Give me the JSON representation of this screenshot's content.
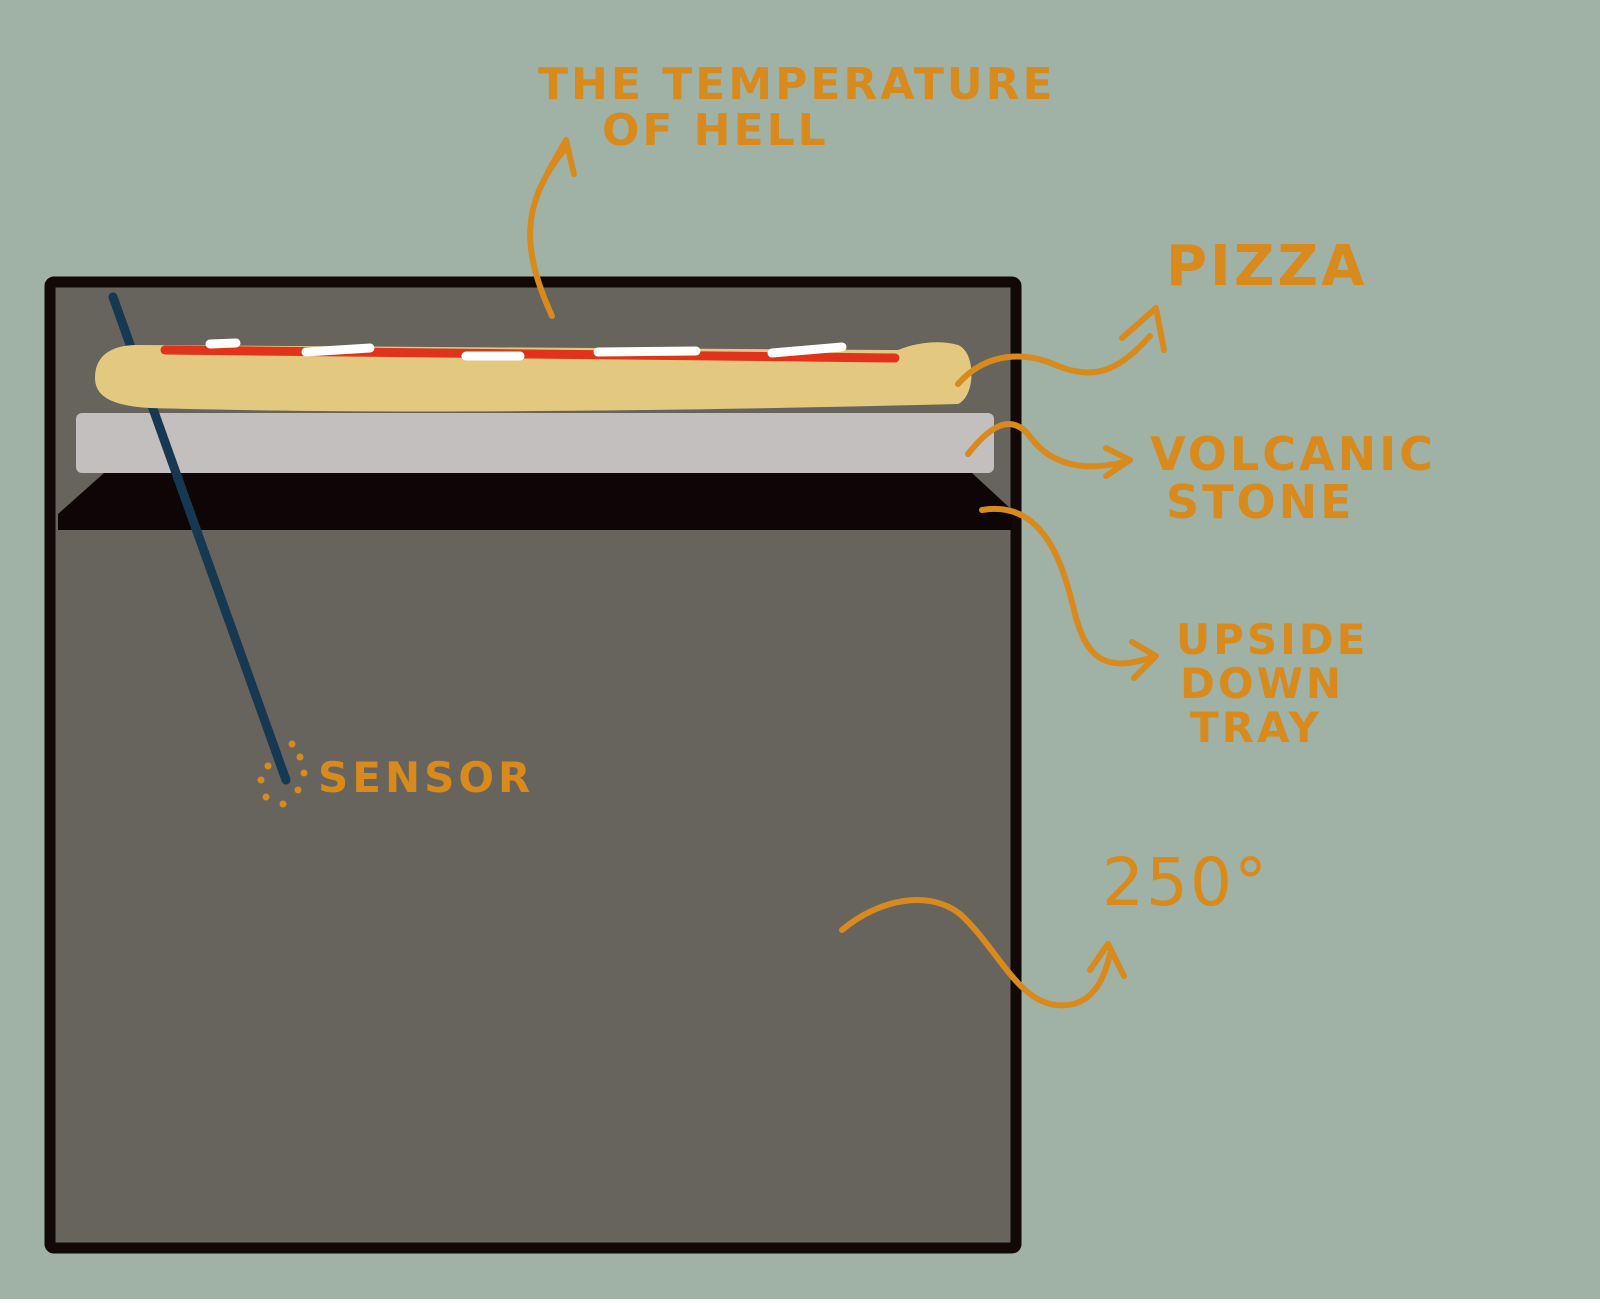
{
  "colors": {
    "background": "#a0b2a6",
    "oven_interior": "#67635d",
    "oven_outline": "#120808",
    "tray": "#0e0606",
    "stone": "#c2bfbe",
    "dough": "#e3c880",
    "sauce": "#e0331a",
    "cheese": "#ffffff",
    "sensor_probe": "#173851",
    "annotation": "#d88a1c"
  },
  "labels": {
    "hell_line1": "The temperature",
    "hell_line2": "of hell",
    "pizza": "Pizza",
    "stone_line1": "Volcanic",
    "stone_line2": "Stone",
    "tray_line1": "Upside",
    "tray_line2": "Down",
    "tray_line3": "Tray",
    "sensor": "Sensor",
    "temperature": "250°"
  }
}
